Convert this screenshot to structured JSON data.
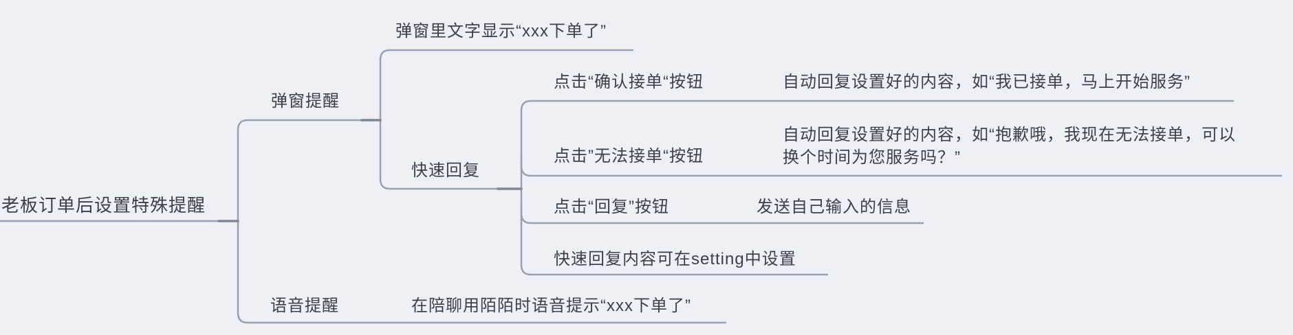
{
  "colors": {
    "background": "#eef0f6",
    "line": "#9aa1ad",
    "junction": "#7e8694",
    "text": "#3b414a"
  },
  "mindmap": {
    "root": {
      "label": "老板订单后设置特殊提醒"
    },
    "branches": [
      {
        "label": "弹窗提醒",
        "children": [
          {
            "label": "弹窗里文字显示“xxx下单了”"
          },
          {
            "label": "快速回复",
            "children": [
              {
                "label": "点击“确认接单“按钮",
                "children": [
                  {
                    "label": "自动回复设置好的内容，如“我已接单，马上开始服务”"
                  }
                ]
              },
              {
                "label": "点击”无法接单“按钮",
                "children": [
                  {
                    "lines": [
                      "自动回复设置好的内容，如“抱歉哦，我现在无法接单，可以",
                      "换个时间为您服务吗？”"
                    ]
                  }
                ]
              },
              {
                "label": "点击“回复”按钮",
                "children": [
                  {
                    "label": "发送自己输入的信息"
                  }
                ]
              },
              {
                "label": "快速回复内容可在setting中设置"
              }
            ]
          }
        ]
      },
      {
        "label": "语音提醒",
        "children": [
          {
            "label": "在陪聊用陌陌时语音提示“xxx下单了”"
          }
        ]
      }
    ]
  }
}
